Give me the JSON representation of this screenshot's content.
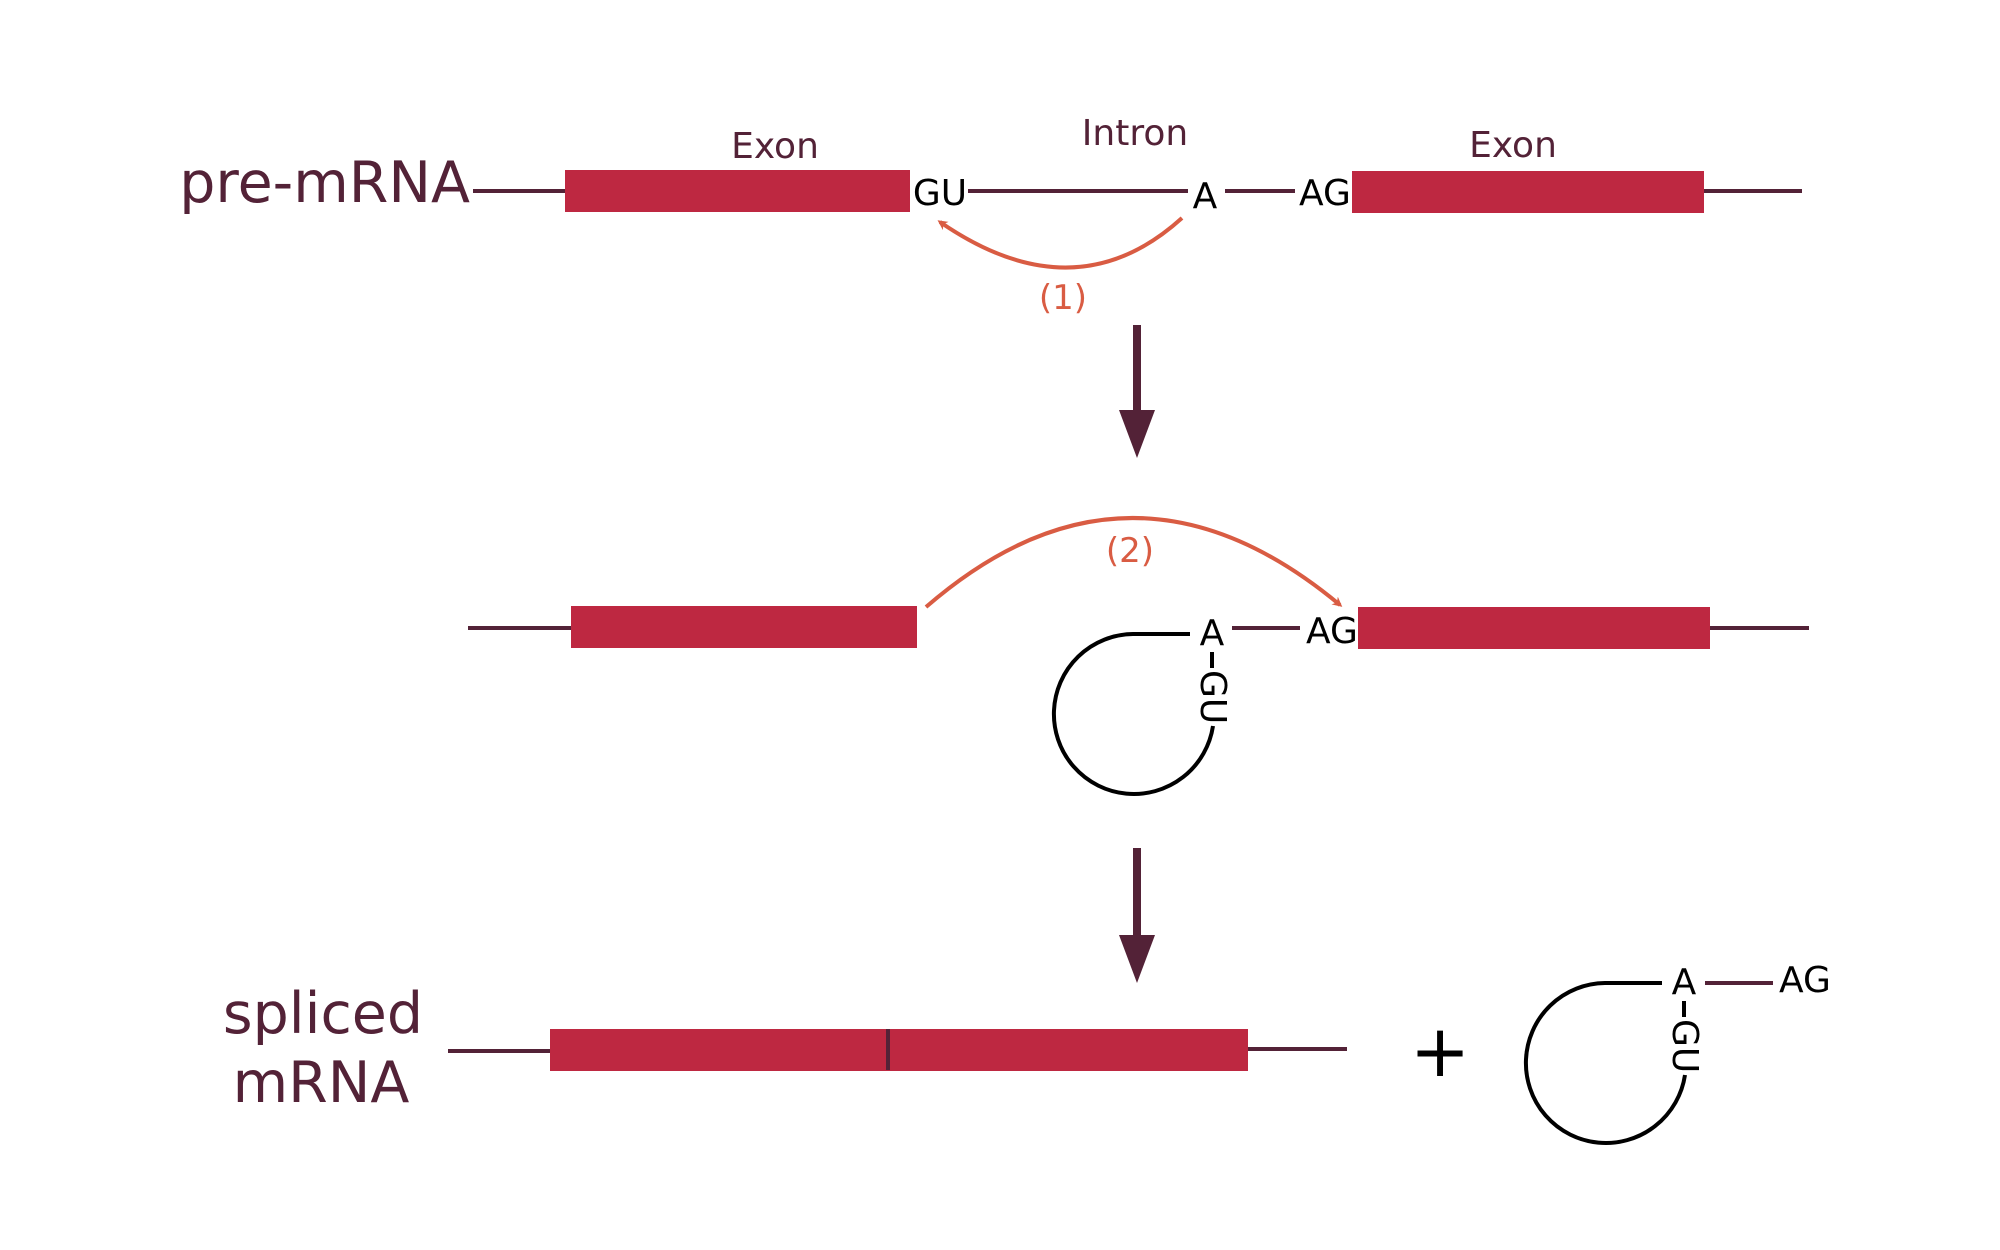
{
  "colors": {
    "strand": "#532237",
    "exon": "#be2841",
    "reaction": "#d95c43",
    "nucleotide": "#000000",
    "background": "#ffffff"
  },
  "row1": {
    "label": "pre-mRNA",
    "exon_left_label": "Exon",
    "intron_label": "Intron",
    "exon_right_label": "Exon",
    "donor_site": "GU",
    "branch_point": "A",
    "acceptor_site": "AG",
    "step_label": "(1)"
  },
  "row2": {
    "step_label": "(2)",
    "branch_point": "A",
    "acceptor_site": "AG",
    "lariat_site": "GU"
  },
  "row3": {
    "label_line1": "spliced",
    "label_line2": "mRNA",
    "plus_sign": "+",
    "branch_point": "A",
    "acceptor_site": "AG",
    "lariat_site": "GU"
  }
}
